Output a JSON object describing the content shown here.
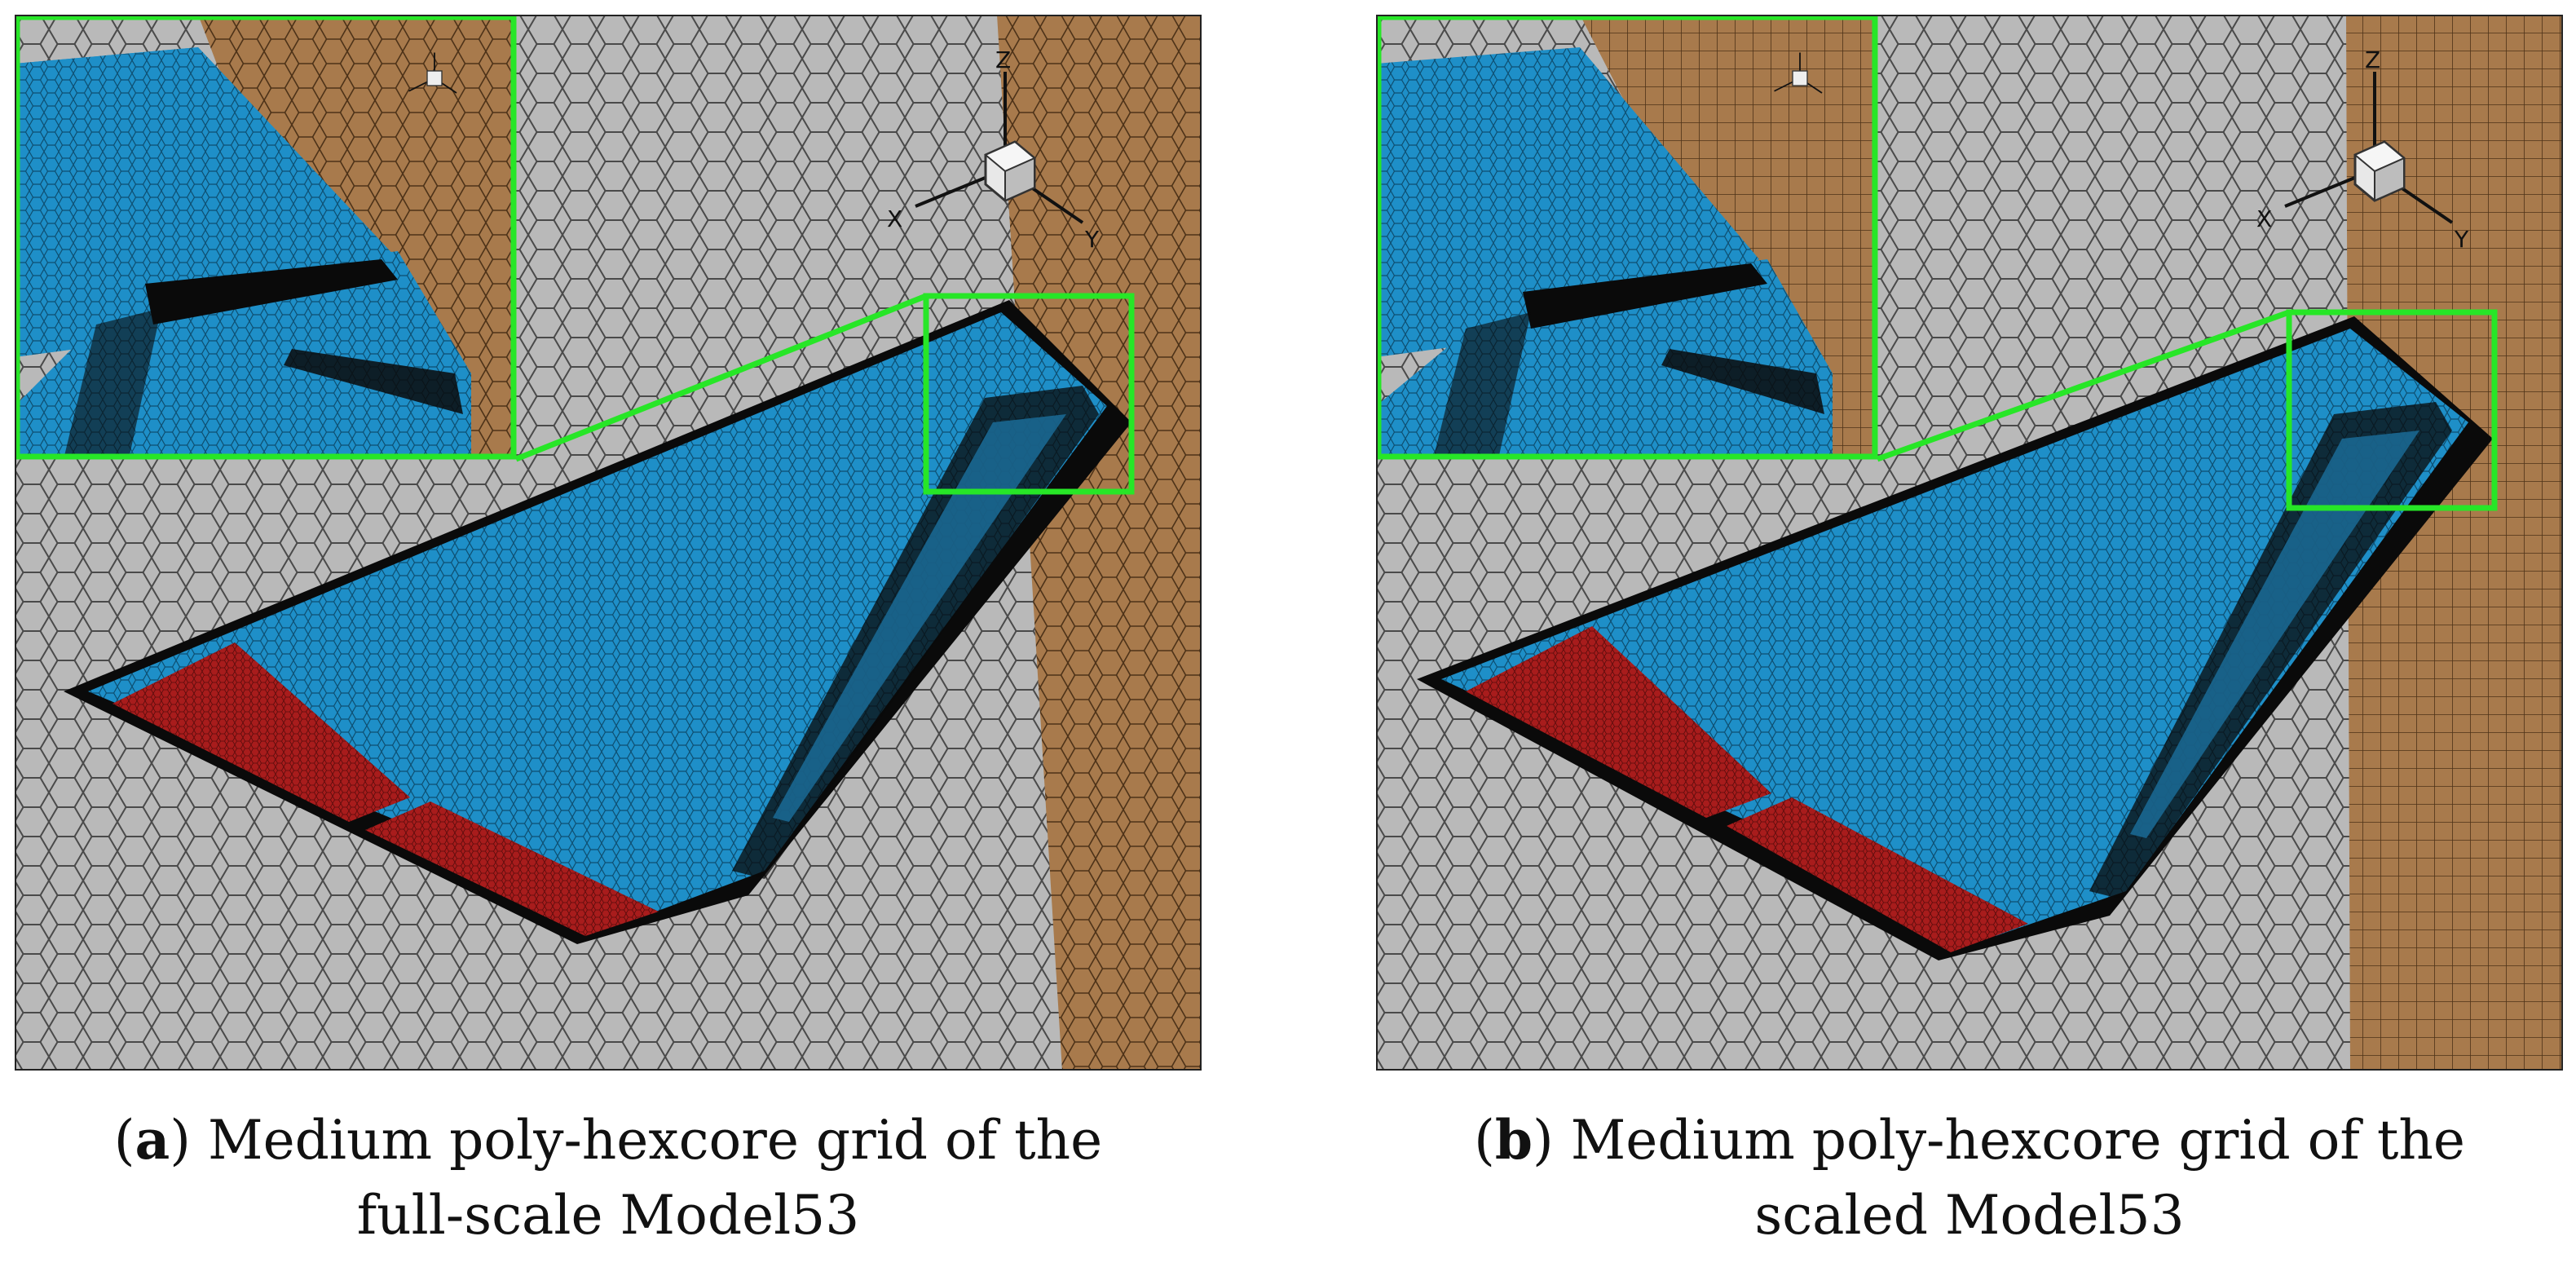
{
  "colors": {
    "background_mesh": "#b9b9b9",
    "mesh_line": "#4a4a4a",
    "wall": "#a87a4c",
    "wing_surface": "#1e8fc8",
    "control_surface": "#a81c1c",
    "highlight_frame": "#27e627",
    "edge_dark": "#0a0a0a"
  },
  "panels": [
    {
      "caption_letter": "a",
      "caption_line1": "Medium poly-hexcore grid of the",
      "caption_line2": "full-scale Model53",
      "axes": {
        "x": "X",
        "y": "Y",
        "z": "Z"
      }
    },
    {
      "caption_letter": "b",
      "caption_line1": "Medium poly-hexcore grid of the",
      "caption_line2": "scaled Model53",
      "axes": {
        "x": "X",
        "y": "Y",
        "z": "Z"
      }
    }
  ]
}
